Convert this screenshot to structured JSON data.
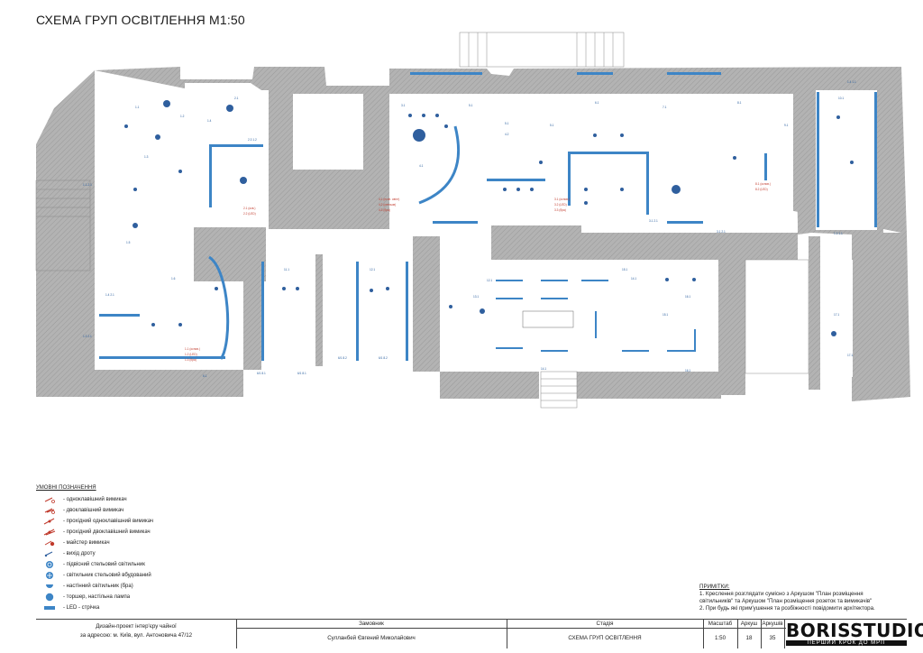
{
  "title": "СХЕМА ГРУП ОСВІТЛЕННЯ М1:50",
  "colors": {
    "wall": "#a9a9a9",
    "led": "#3d85c6",
    "fixture": "#2f5f9e",
    "switch": "#c0392b",
    "hatch": "#8e8e8e"
  },
  "legend": {
    "heading": "УМОВНІ ПОЗНАЧЕННЯ",
    "items": [
      {
        "icon": "single-switch-icon",
        "label": "- одноклавішний вимикач"
      },
      {
        "icon": "double-switch-icon",
        "label": "- двоклавішний вимикач"
      },
      {
        "icon": "passthrough-single-switch-icon",
        "label": "- прохідний одноклавішний вимикач"
      },
      {
        "icon": "passthrough-double-switch-icon",
        "label": "- прохідний двоклавішний вимикач"
      },
      {
        "icon": "master-switch-icon",
        "label": "- майстер вимикач"
      },
      {
        "icon": "wire-outlet-icon",
        "label": "- вихід дроту"
      },
      {
        "icon": "pendant-ceiling-light-icon",
        "label": "- підвісний стельовий світильник"
      },
      {
        "icon": "recessed-ceiling-light-icon",
        "label": "- світильник стельовий вбудований"
      },
      {
        "icon": "wall-sconce-icon",
        "label": "- настінний світильник (бра)"
      },
      {
        "icon": "floor-lamp-icon",
        "label": "- торшер, настільна лампа"
      },
      {
        "icon": "led-strip-icon",
        "label": "- LED - стрічка"
      }
    ]
  },
  "notes": {
    "heading": "ПРИМІТКИ:",
    "lines": [
      "1. Креслення розглядати сумісно з Аркушом \"План розміщення",
      "світильників\" та Аркушом \"План розміщення розеток та вимикачів\"",
      "2. При будь які прим'ушення та розбіжності повідомити архітектора."
    ]
  },
  "stamp": {
    "project_line1": "Дизайн-проект інтер'єру чайної",
    "project_line2": "за адресою: м. Київ, вул. Антоновича 47/12",
    "client_header": "Замовник",
    "client_name": "Сулланбей Євгений Миколайович",
    "stage_header": "Стадія",
    "stage_value": "СХЕМА ГРУП ОСВІТЛЕННЯ",
    "scale_header": "Масштаб",
    "scale_value": "1:50",
    "sheet_header": "Аркуш",
    "sheet_value": "18",
    "sheets_header": "Аркушів",
    "sheets_value": "35"
  },
  "brand": {
    "name": "BORISSTUDIO",
    "tagline": "ПЕРШИЙ КРОК ДО МРІЇ"
  },
  "plan_labels": [
    "1.1",
    "1.2",
    "1.3",
    "1.4",
    "1.5",
    "1.6",
    "2.1",
    "3.1",
    "4.1",
    "4.2",
    "5.1",
    "6.1",
    "7.1",
    "8.1",
    "9.1",
    "10.1",
    "11.1",
    "12.1",
    "13.1",
    "14.1",
    "15.1",
    "16.1",
    "17.1"
  ]
}
